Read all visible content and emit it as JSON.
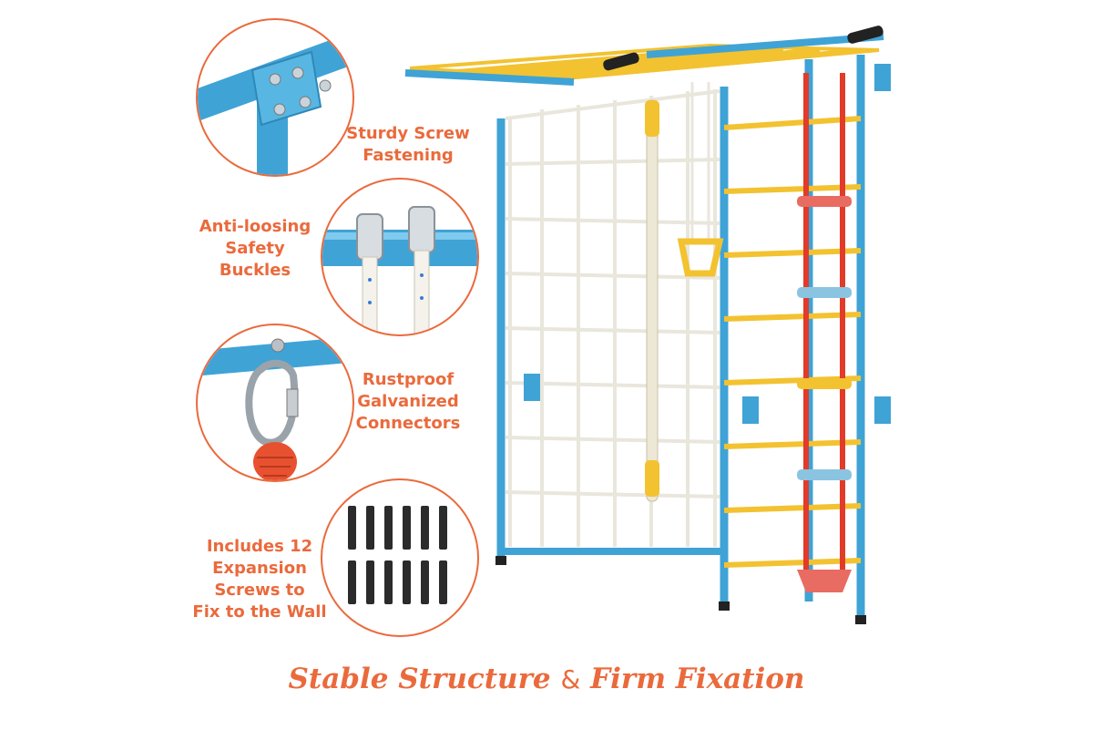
{
  "features": [
    {
      "icon": "screw-fastening-detail",
      "label_lines": [
        "Sturdy Screw",
        "Fastening"
      ]
    },
    {
      "icon": "safety-buckles-detail",
      "label_lines": [
        "Anti-loosing",
        "Safety",
        "Buckles"
      ]
    },
    {
      "icon": "carabiner-connector-detail",
      "label_lines": [
        "Rustproof",
        "Galvanized",
        "Connectors"
      ]
    },
    {
      "icon": "expansion-screws-detail",
      "label_lines": [
        "Includes 12",
        "Expansion",
        "Screws to",
        "Fix to the Wall"
      ]
    }
  ],
  "headline": {
    "part1": "Stable Structure",
    "amp": "&",
    "part2": "Firm Fixation"
  },
  "colors": {
    "accent": "#ea6a3c",
    "frame_blue": "#3fa3d6",
    "bar_yellow": "#f2c230",
    "ladder_red": "#e23b2a"
  }
}
